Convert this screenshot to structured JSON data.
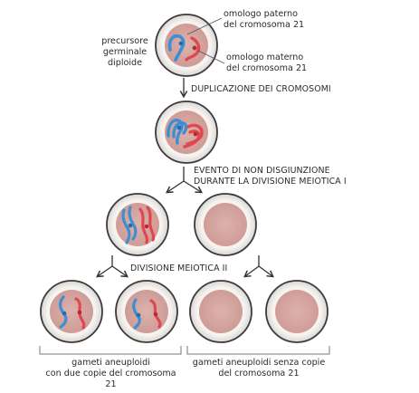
{
  "labels": {
    "precursor": "precursore\ngerminale\ndiploide",
    "paternal": "omologo paterno\ndel cromosoma 21",
    "maternal": "omologo materno\ndel cromosoma 21",
    "duplication": "DUPLICAZIONE DEI CROMOSOMI",
    "nondisjunction": "EVENTO DI NON DISGIUNZIONE\nDURANTE LA DIVISIONE MEIOTICA I",
    "meiosis2": "DIVISIONE MEIOTICA II",
    "gametes_two": "gameti aneuploidi\ncon due copie del cromosoma 21",
    "gametes_none": "gameti aneuploidi senza copie\ndel cromosoma 21"
  },
  "colors": {
    "paternal": "#3d8fd1",
    "maternal": "#e0474f",
    "nucleus": "#d7a8a3",
    "cell_fill": "#f4f1ee",
    "cell_border": "#3b3b3b",
    "connector": "#777777",
    "arrow": "#333333"
  }
}
